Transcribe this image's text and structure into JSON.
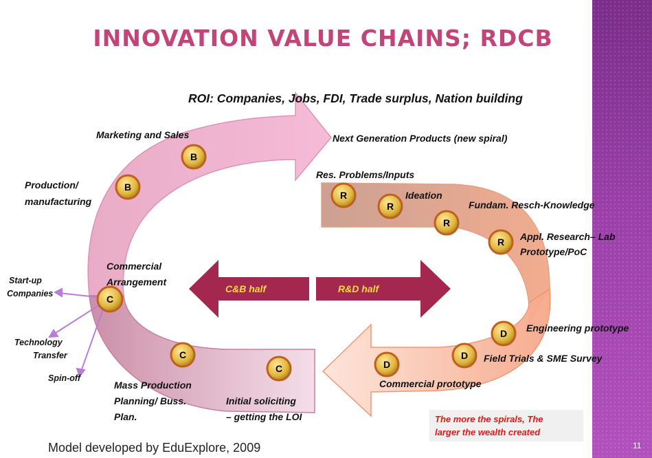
{
  "slide": {
    "title": "INNOVATION VALUE CHAINS; RDCB",
    "roi": "ROI: Companies, Jobs, FDI, Trade surplus, Nation building",
    "next_gen": "Next Generation Products (new spiral)",
    "footer": "Model developed by EduExplore, 2009",
    "slide_number": "11",
    "accent_color": "#c2457a",
    "band_color": "#8a3a9a"
  },
  "stages": {
    "marketing": "Marketing and Sales",
    "production_1": "Production/",
    "production_2": "manufacturing",
    "res_problems": "Res. Problems/Inputs",
    "ideation": "Ideation",
    "fundamental": "Fundam. Resch-Knowledge",
    "appl_1": "Appl. Research– Lab",
    "appl_2": "Prototype/PoC",
    "commercial_arr_1": "Commercial",
    "commercial_arr_2": "Arrangement",
    "engineering": "Engineering prototype",
    "field_trials": "Field Trials & SME Survey",
    "commercial_proto": "Commercial prototype",
    "mass_1": "Mass Production",
    "mass_2": "Planning/ Buss.",
    "mass_3": "Plan.",
    "initial_1": "Initial soliciting",
    "initial_2": "– getting the LOI"
  },
  "outcomes": {
    "startup_1": "Start-up",
    "startup_2": "Companies",
    "tech_1": "Technology",
    "tech_2": "Transfer",
    "spinoff": "Spin-off"
  },
  "halves": {
    "cb": "C&B half",
    "rd": "R&D half"
  },
  "coins": {
    "b": "B",
    "r": "R",
    "c": "C",
    "d": "D"
  },
  "note": {
    "line1": "The more the spirals, The",
    "line2": "larger the wealth created"
  }
}
